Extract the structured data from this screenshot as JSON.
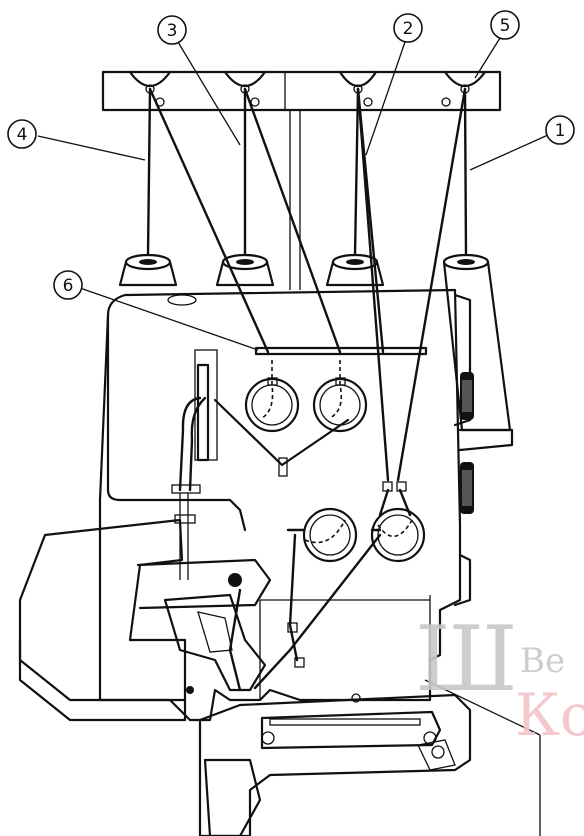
{
  "callouts": [
    {
      "id": "c1",
      "label": "1"
    },
    {
      "id": "c2",
      "label": "2"
    },
    {
      "id": "c3",
      "label": "3"
    },
    {
      "id": "c4",
      "label": "4"
    },
    {
      "id": "c5",
      "label": "5"
    },
    {
      "id": "c6",
      "label": "6"
    }
  ],
  "watermark": {
    "logo_letter": "Ш",
    "text_line1": "Ве",
    "text_line2": "Ко",
    "colors": {
      "logo": "#c8c8c8",
      "line1": "#c8c8c8",
      "line2": "#f2c4c8"
    }
  }
}
